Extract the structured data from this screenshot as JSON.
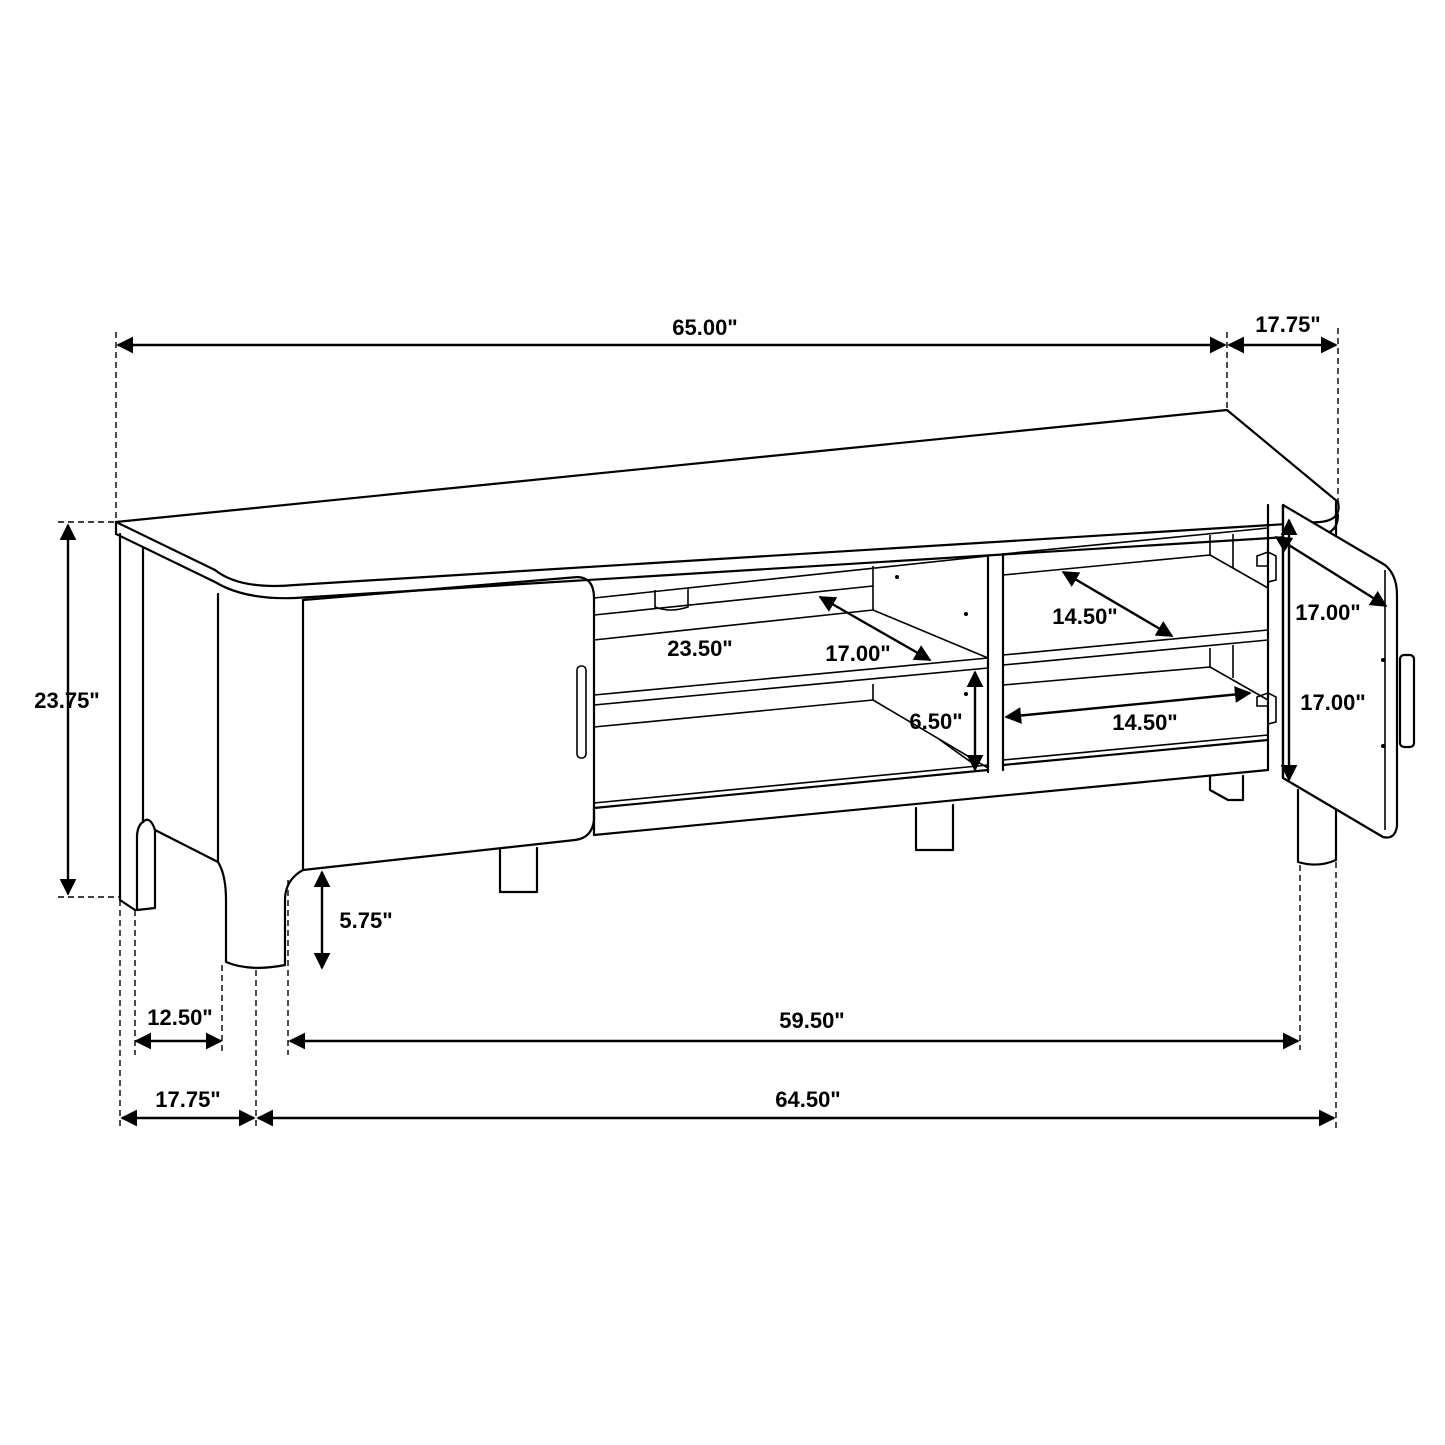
{
  "diagram": {
    "subject": "TV stand with two doors and open shelving",
    "line_color": "#000000",
    "background": "#ffffff"
  },
  "dimensions": {
    "overall_width_top": "65.00\"",
    "overall_depth_top": "17.75\"",
    "overall_height": "23.75\"",
    "inner_shelf_width": "23.50\"",
    "left_shelf_depth": "17.00\"",
    "shelf_gap_height": "6.50\"",
    "right_shelf_depth": "14.50\"",
    "right_shelf_width": "14.50\"",
    "door_width": "17.00\"",
    "door_height": "17.00\"",
    "leg_clearance": "5.75\"",
    "leg_span_width": "59.50\"",
    "leg_span_depth": "12.50\"",
    "base_depth": "17.75\"",
    "base_width": "64.50\""
  }
}
